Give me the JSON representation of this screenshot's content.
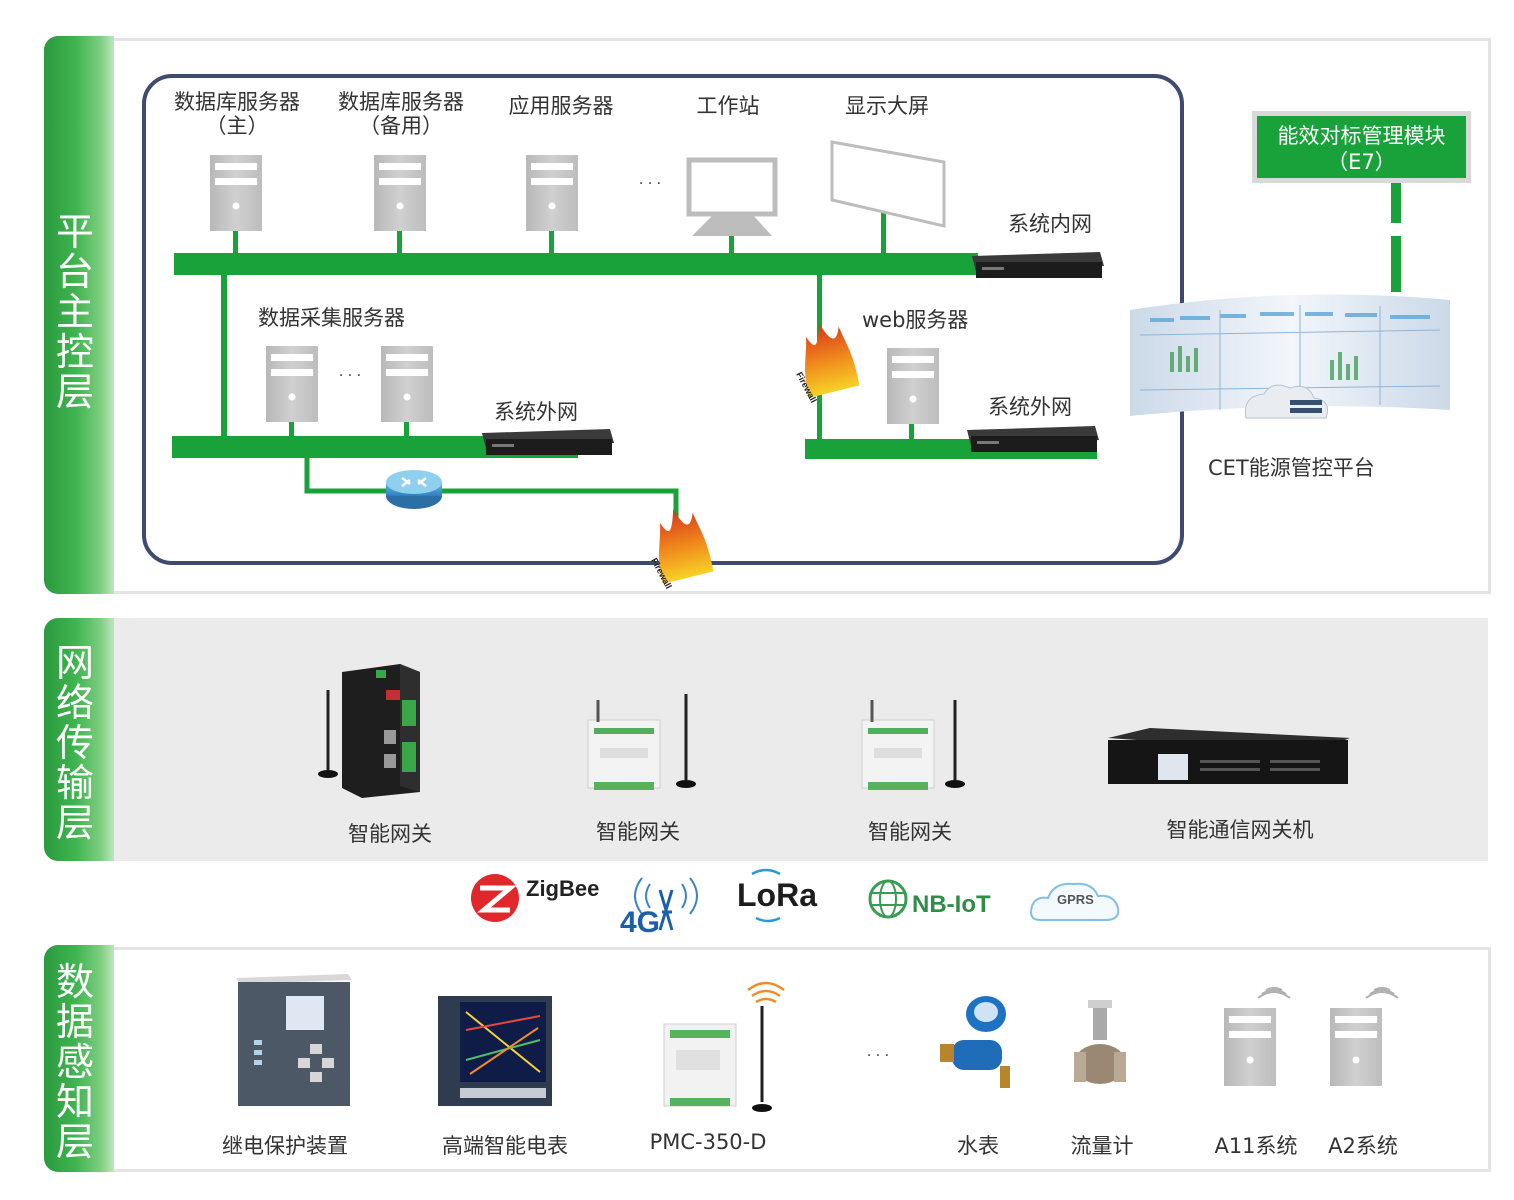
{
  "tiers": {
    "platform": "平台主控层",
    "network": "网络传输层",
    "sensing": "数据感知层"
  },
  "platform": {
    "db_main": [
      "数据库服务器",
      "（主）"
    ],
    "db_backup": [
      "数据库服务器",
      "（备用）"
    ],
    "app_server": "应用服务器",
    "workstation": "工作站",
    "big_screen": "显示大屏",
    "ellipsis": "· · ·",
    "intranet": "系统内网",
    "acq_server": "数据采集服务器",
    "extranet_left": "系统外网",
    "web_server": "web服务器",
    "extranet_right": "系统外网",
    "firewall_text": "Firewall",
    "module": [
      "能效对标管理模块",
      "（E7）"
    ],
    "cet_platform": "CET能源管控平台"
  },
  "network": {
    "gateways": [
      "智能网关",
      "智能网关",
      "智能网关",
      "智能通信网关机"
    ]
  },
  "protocols": {
    "zigbee": "ZigBee",
    "g4": "4G",
    "lora": "LoRa",
    "nbiot": "NB-IoT",
    "gprs": "GPRS"
  },
  "sensing": {
    "devices": [
      "继电保护装置",
      "高端智能电表",
      "PMC-350-D",
      "水表",
      "流量计",
      "A11系统",
      "A2系统"
    ],
    "ellipsis": "· · ·"
  },
  "colors": {
    "green": "#1aa23a",
    "frame_blue": "#3d4b6e",
    "server_gray": "#c4c4c4"
  }
}
